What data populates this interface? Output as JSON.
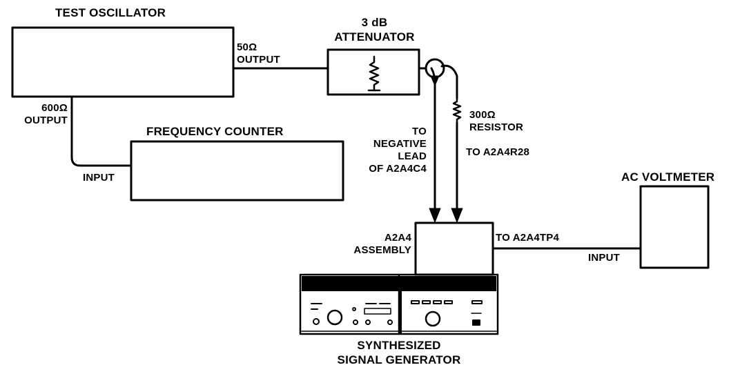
{
  "diagram": {
    "test_oscillator": {
      "title": "TEST OSCILLATOR",
      "out50": "50Ω\nOUTPUT",
      "out600": "600Ω\nOUTPUT"
    },
    "attenuator": {
      "title": "3 dB\nATTENUATOR"
    },
    "frequency_counter": {
      "title": "FREQUENCY COUNTER",
      "input": "INPUT"
    },
    "resistor": {
      "label": "300Ω\nRESISTOR",
      "to": "TO A2A4R28"
    },
    "negative_lead": {
      "label": "TO\nNEGATIVE\nLEAD\nOF A2A4C4"
    },
    "assembly": {
      "label": "A2A4\nASSEMBLY",
      "to_tp4": "TO A2A4TP4"
    },
    "ac_voltmeter": {
      "title": "AC VOLTMETER",
      "input": "INPUT"
    },
    "generator": {
      "title": "SYNTHESIZED\nSIGNAL GENERATOR"
    }
  }
}
